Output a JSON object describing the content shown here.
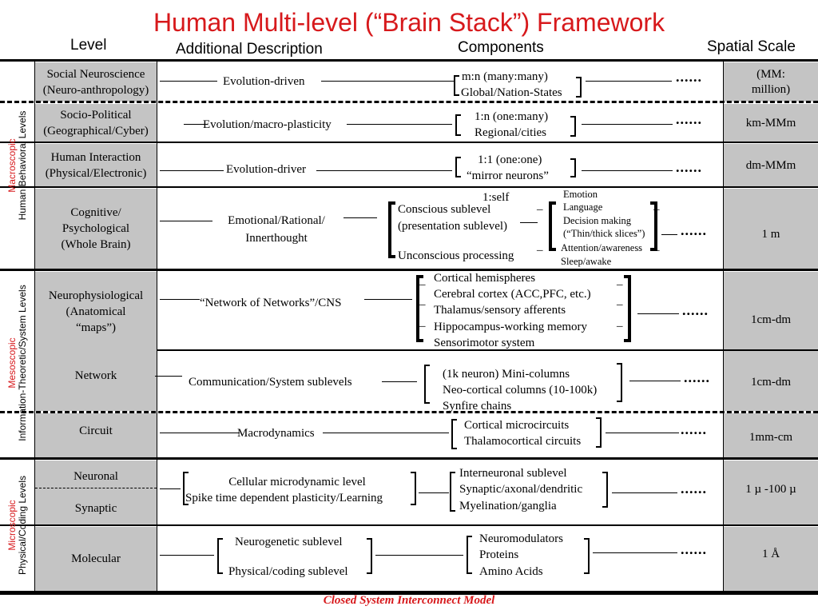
{
  "title": "Human Multi-level (“Brain Stack”) Framework",
  "headers": {
    "level": "Level",
    "description": "Additional Description",
    "components": "Components",
    "spatial": "Spatial Scale"
  },
  "side_labels": [
    {
      "scale": "Macroscopic",
      "name": "Human Behavioral Levels"
    },
    {
      "scale": "Mesoscopic",
      "name": "Information-Theoretic/System Levels"
    },
    {
      "scale": "Microscopic",
      "name": "Physical/Coding Levels"
    }
  ],
  "rows": {
    "social": {
      "level": [
        "Social Neuroscience",
        "(Neuro-anthropology)"
      ],
      "description": "Evolution-driven",
      "components": [
        "m:n (many:many)",
        "Global/Nation-States"
      ],
      "scale": [
        "(MM:",
        "million)"
      ]
    },
    "socio": {
      "level": [
        "Socio-Political",
        "(Geographical/Cyber)"
      ],
      "description": "Evolution/macro-plasticity",
      "components": [
        "1:n (one:many)",
        "Regional/cities"
      ],
      "scale": [
        "km-MMm"
      ]
    },
    "interaction": {
      "level": [
        "Human Interaction",
        "(Physical/Electronic)"
      ],
      "description": "Evolution-driver",
      "components": [
        "1:1 (one:one)",
        "“mirror neurons”"
      ],
      "scale": [
        "dm-MMm"
      ]
    },
    "cognitive": {
      "level": [
        "Cognitive/",
        "Psychological",
        "(Whole Brain)"
      ],
      "description": [
        "Emotional/Rational/",
        "Innerthought"
      ],
      "self_label": "1:self",
      "sublevels": [
        "Conscious sublevel",
        "(presentation sublevel)",
        "Unconscious processing"
      ],
      "functions": [
        "Emotion",
        "Language",
        "Decision making",
        "(“Thin/thick slices”)",
        "Attention/awareness",
        "Sleep/awake"
      ],
      "scale": [
        "1 m"
      ]
    },
    "neurophys": {
      "level": [
        "Neurophysiological",
        "(Anatomical",
        "“maps”)"
      ],
      "description": "“Network of Networks”/CNS",
      "components": [
        "Cortical hemispheres",
        "Cerebral cortex (ACC,PFC, etc.)",
        "Thalamus/sensory afferents",
        "Hippocampus-working memory",
        "Sensorimotor system"
      ],
      "scale": [
        "1cm-dm"
      ]
    },
    "network": {
      "level": [
        "Network"
      ],
      "description": "Communication/System sublevels",
      "components": [
        "(1k neuron) Mini-columns",
        "Neo-cortical columns (10-100k)",
        "Synfire chains"
      ],
      "scale": [
        "1cm-dm"
      ]
    },
    "circuit": {
      "level": [
        "Circuit"
      ],
      "description": "Macrodynamics",
      "components": [
        "Cortical microcircuits",
        "Thalamocortical circuits"
      ],
      "scale": [
        "1mm-cm"
      ]
    },
    "neuronal": {
      "level_top": "Neuronal",
      "level_bottom": "Synaptic",
      "description": [
        "Cellular microdynamic level",
        "Spike time dependent plasticity/Learning"
      ],
      "components": [
        "Interneuronal sublevel",
        "Synaptic/axonal/dendritic",
        "Myelination/ganglia"
      ],
      "scale": [
        "1 µ -100 µ"
      ]
    },
    "molecular": {
      "level": [
        "Molecular"
      ],
      "description": [
        "Neurogenetic sublevel",
        "Physical/coding sublevel"
      ],
      "components": [
        "Neuromodulators",
        "Proteins",
        "Amino Acids"
      ],
      "scale": [
        "1 Å"
      ]
    }
  },
  "ellipsis": "......",
  "footer": "Closed System Interconnect Model",
  "colors": {
    "title": "#d7191c",
    "cell_fill": "#c4c4c4",
    "line": "#000000"
  }
}
